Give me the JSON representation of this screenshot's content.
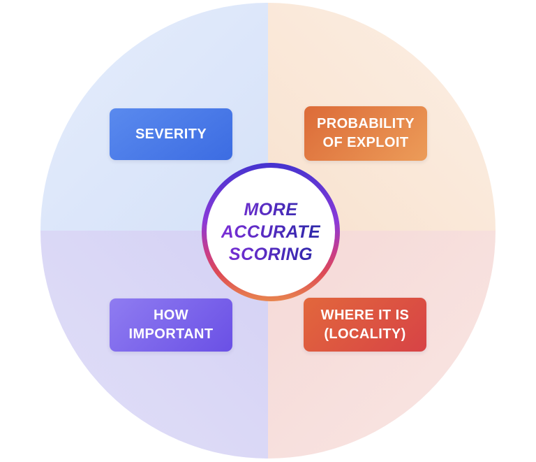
{
  "diagram": {
    "center_badge": {
      "lines": [
        "MORE",
        "ACCURATE",
        "SCORING"
      ]
    },
    "quadrants": [
      {
        "id": "severity",
        "position": "top-left",
        "label_lines": [
          "SEVERITY"
        ]
      },
      {
        "id": "probability-of-exploit",
        "position": "top-right",
        "label_lines": [
          "PROBABILITY",
          "OF EXPLOIT"
        ]
      },
      {
        "id": "how-important",
        "position": "bottom-left",
        "label_lines": [
          "HOW",
          "IMPORTANT"
        ]
      },
      {
        "id": "where-it-is-locality",
        "position": "bottom-right",
        "label_lines": [
          "WHERE IT IS",
          "(LOCALITY)"
        ]
      }
    ]
  },
  "colors": {
    "quad-severity-in": "#d5e1f8",
    "quad-severity-out": "#e5edfc",
    "quad-probability-in": "#f8e2cf",
    "quad-probability-out": "#fcefe4",
    "quad-important-in": "#d4d1f4",
    "quad-important-out": "#e1dff8",
    "quad-locality-in": "#f5d9d7",
    "quad-locality-out": "#f9e6e3",
    "btn-severity-from": "#5a8aee",
    "btn-severity-to": "#3c6ce2",
    "btn-probability-from": "#dc6b38",
    "btn-probability-to": "#ec9c59",
    "btn-important-from": "#8f7cf1",
    "btn-important-to": "#6a50e5",
    "btn-locality-from": "#e2673c",
    "btn-locality-to": "#d74346",
    "ring-top": "#4533cf",
    "ring-upper": "#8a3ad8",
    "ring-mid": "#c73c8b",
    "ring-lower": "#dd4a55",
    "ring-bottom": "#e8854e",
    "center-text-from": "#7b2fd6",
    "center-text-to": "#2b27a8"
  }
}
